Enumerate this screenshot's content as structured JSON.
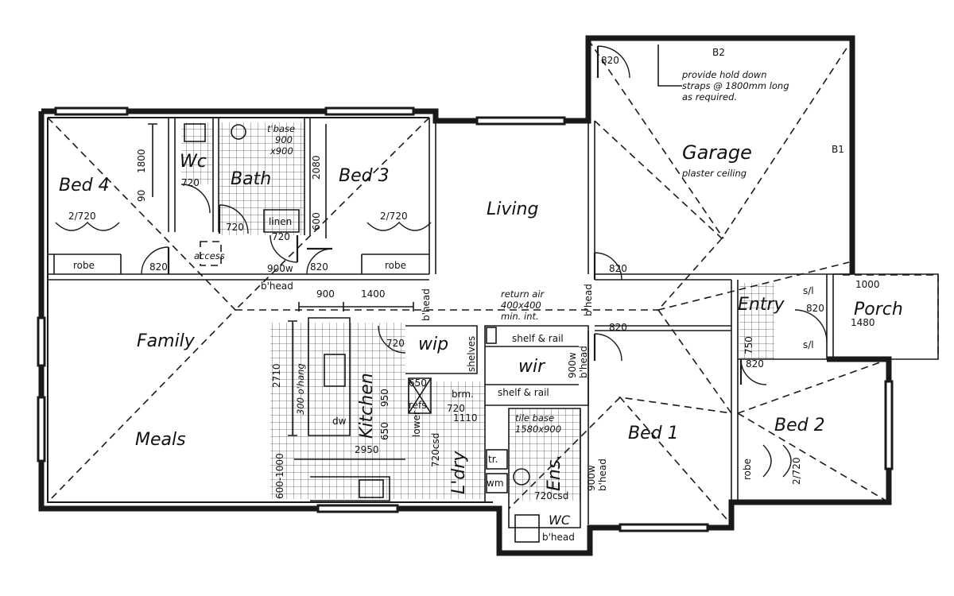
{
  "rooms": {
    "bed4": "Bed 4",
    "wc": "Wc",
    "bath": "Bath",
    "bed3": "Bed 3",
    "living": "Living",
    "garage": "Garage",
    "garage_note": "plaster ceiling",
    "family": "Family",
    "meals": "Meals",
    "kitchen": "Kitchen",
    "wip": "wip",
    "wir": "wir",
    "entry": "Entry",
    "porch": "Porch",
    "bed1": "Bed 1",
    "bed2": "Bed 2",
    "ldry": "L'dry",
    "ens": "Ens.",
    "wc2": "WC"
  },
  "labels": {
    "robe1": "robe",
    "robe2": "robe",
    "robe3": "robe",
    "linen": "linen",
    "access": "access",
    "shelves": "shelves",
    "shelf_rail_1": "shelf & rail",
    "shelf_rail_2": "shelf & rail",
    "brm": "brm.",
    "refs": "refs",
    "lower": "lower",
    "dw": "dw",
    "tr": "tr.",
    "wm": "wm",
    "b2": "B2",
    "b1": "B1",
    "tbase": "t'base",
    "tbase_dim1": "900",
    "tbase_dim2": "x900",
    "tile_base": "tile base",
    "tile_base_dim": "1580x900",
    "return_air_1": "return air",
    "return_air_2": "400x400",
    "return_air_3": "min. int.",
    "hold_down_1": "provide hold down",
    "hold_down_2": "straps @ 1800mm long",
    "hold_down_3": "as required.",
    "bhead_hall_1": "900w",
    "bhead_hall_2": "b'head",
    "bhead_v1": "b'head",
    "bhead_v2": "b'head",
    "bhead_wir_1": "900w",
    "bhead_wir_2": "b'head",
    "bhead_ens_1": "900w",
    "bhead_ens_2": "b'head",
    "bhead_wc": "b'head",
    "sl1": "s/l",
    "sl2": "s/l",
    "overhang": "300 o'hang"
  },
  "dims": {
    "d820_garage_top": "820",
    "d820_garage_bottom": "820",
    "d820_bed1": "820",
    "d820_bed4": "820",
    "d820_bed3": "820",
    "d820_entry": "820",
    "d820_bed2": "820",
    "d720_wc": "720",
    "d720_bath": "720",
    "d720_linen": "720",
    "d720_wip": "720",
    "d720_kitchen": "720",
    "d720_ens": "720csd",
    "d720_ldry": "720csd",
    "d2720_bed4": "2/720",
    "d2720_bed3": "2/720",
    "d2720_bed2": "2/720",
    "d1800": "1800",
    "d90": "90",
    "d2080": "2080",
    "d600": "600",
    "d900": "900",
    "d1400": "1400",
    "d1000": "1000",
    "d1480": "1480",
    "d750": "750",
    "d2710": "2710",
    "d950": "950",
    "d650": "650",
    "d2950": "2950",
    "d600_1000": "600-1000",
    "d650b": "650",
    "d1110": "1110"
  }
}
